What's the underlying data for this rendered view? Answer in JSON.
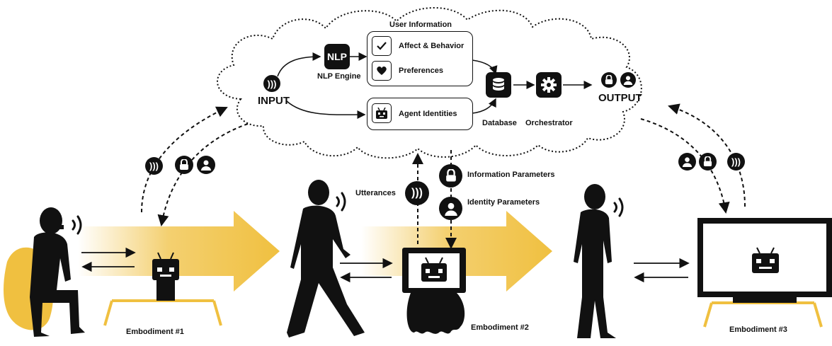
{
  "cloud": {
    "input_label": "INPUT",
    "nlp_box_text": "NLP",
    "nlp_label": "NLP Engine",
    "user_info_title": "User Information",
    "affect_label": "Affect & Behavior",
    "preferences_label": "Preferences",
    "agent_identities_label": "Agent Identities",
    "database_label": "Database",
    "orchestrator_label": "Orchestrator",
    "output_label": "OUTPUT"
  },
  "middle": {
    "utterances_label": "Utterances",
    "information_parameters_label": "Information Parameters",
    "identity_parameters_label": "Identity Parameters"
  },
  "embodiments": [
    {
      "label": "Embodiment #1"
    },
    {
      "label": "Embodiment #2"
    },
    {
      "label": "Embodiment #3"
    }
  ],
  "colors": {
    "accent_yellow": "#F0C040",
    "ink": "#111111"
  },
  "icons": [
    "sound-wave-icon",
    "lock-icon",
    "user-icon",
    "check-icon",
    "heart-icon",
    "robot-icon",
    "database-icon",
    "gear-icon"
  ]
}
